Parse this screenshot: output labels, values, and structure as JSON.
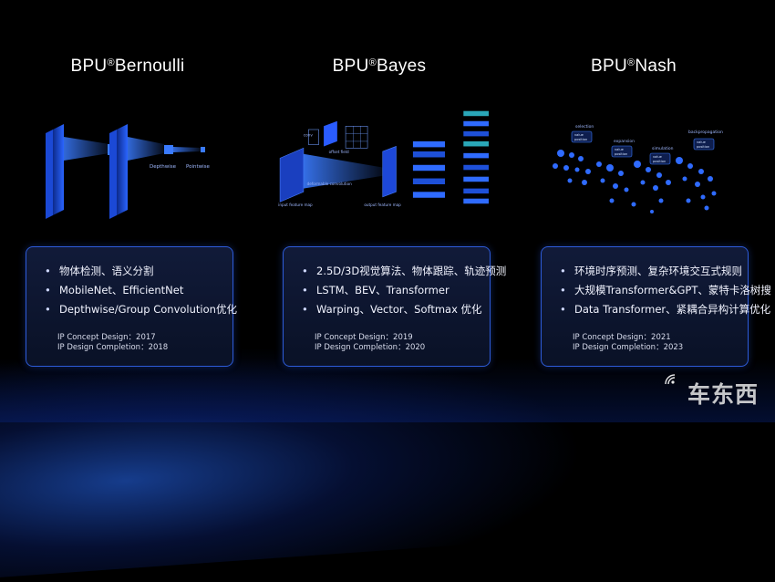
{
  "columns": [
    {
      "title_main": "BPU",
      "title_sup": "®",
      "title_name": "Bernoulli",
      "diagram_labels": [
        "Depthwise",
        "Pointwise"
      ],
      "bullets": [
        "物体检测、语义分割",
        "MobileNet、EfficientNet",
        "Depthwise/Group  Convolution优化"
      ],
      "concept": "IP Concept Design：2017",
      "completion": "IP Design Completion：2018"
    },
    {
      "title_main": "BPU",
      "title_sup": "®",
      "title_name": "Bayes",
      "diagram_labels": [
        "conv",
        "offset field",
        "deformable convolution",
        "input feature map",
        "output feature map"
      ],
      "bullets": [
        "2.5D/3D视觉算法、物体跟踪、轨迹预测",
        "LSTM、BEV、Transformer",
        "Warping、Vector、Softmax 优化"
      ],
      "concept": "IP Concept Design：2019",
      "completion": "IP Design Completion：2020"
    },
    {
      "title_main": "BPU",
      "title_sup": "®",
      "title_name": "Nash",
      "diagram_labels": [
        "selection",
        "expansion",
        "simulation",
        "backpropagation",
        "value",
        "position"
      ],
      "bullets": [
        "环境时序预测、复杂环境交互式规则",
        "大规模Transformer&GPT、蒙特卡洛树搜",
        "Data Transformer、紧耦合异构计算优化"
      ],
      "concept": "IP Concept Design：2021",
      "completion": "IP Design Completion：2023"
    }
  ],
  "watermark": "车东西",
  "colors": {
    "card_border": "#2d5bd8",
    "accent_blue": "#2f6bff",
    "background": "#000000"
  }
}
